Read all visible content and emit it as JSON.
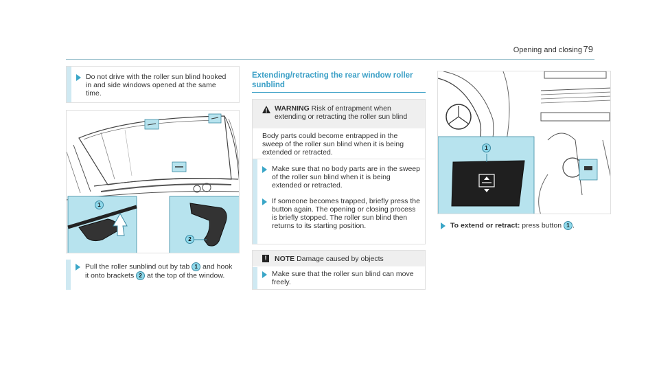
{
  "header": {
    "section": "Opening and closing",
    "page": "79"
  },
  "col1": {
    "bullet1": "Do not drive with the roller sun blind hooked in and side windows opened at the same time.",
    "bullet2_before": "Pull the roller sunblind out by tab ",
    "bullet2_badge1": "1",
    "bullet2_mid": " and hook it onto brackets ",
    "bullet2_badge2": "2",
    "bullet2_after": " at the top of the window.",
    "figure_labels": {
      "tab": "1",
      "bracket": "2"
    }
  },
  "col2": {
    "title": "Extending/retracting the rear window roller sunblind",
    "warning_label": "WARNING",
    "warning_title": " Risk of entrapment when extending or retracting the roller sun blind",
    "warning_text": "Body parts could become entrapped in the sweep of the roller sun blind when it is being extended or retracted.",
    "warning_bullet1": "Make sure that no body parts are in the sweep of the roller sun blind when it is being extended or retracted.",
    "warning_bullet2": "If someone becomes trapped, briefly press the button again. The opening or closing process is briefly stopped. The roller sun blind then returns to its starting position.",
    "note_label": "NOTE",
    "note_title": " Damage caused by objects",
    "note_bullet": "Make sure that the roller sun blind can move freely."
  },
  "col3": {
    "bullet_bold": "To extend or retract:",
    "bullet_text": " press button ",
    "bullet_badge": "1",
    "bullet_end": ".",
    "figure_label": "1"
  },
  "colors": {
    "accent": "#3a9fc6",
    "callout": "#b7e3ee",
    "badge": "#8ed8ea"
  }
}
